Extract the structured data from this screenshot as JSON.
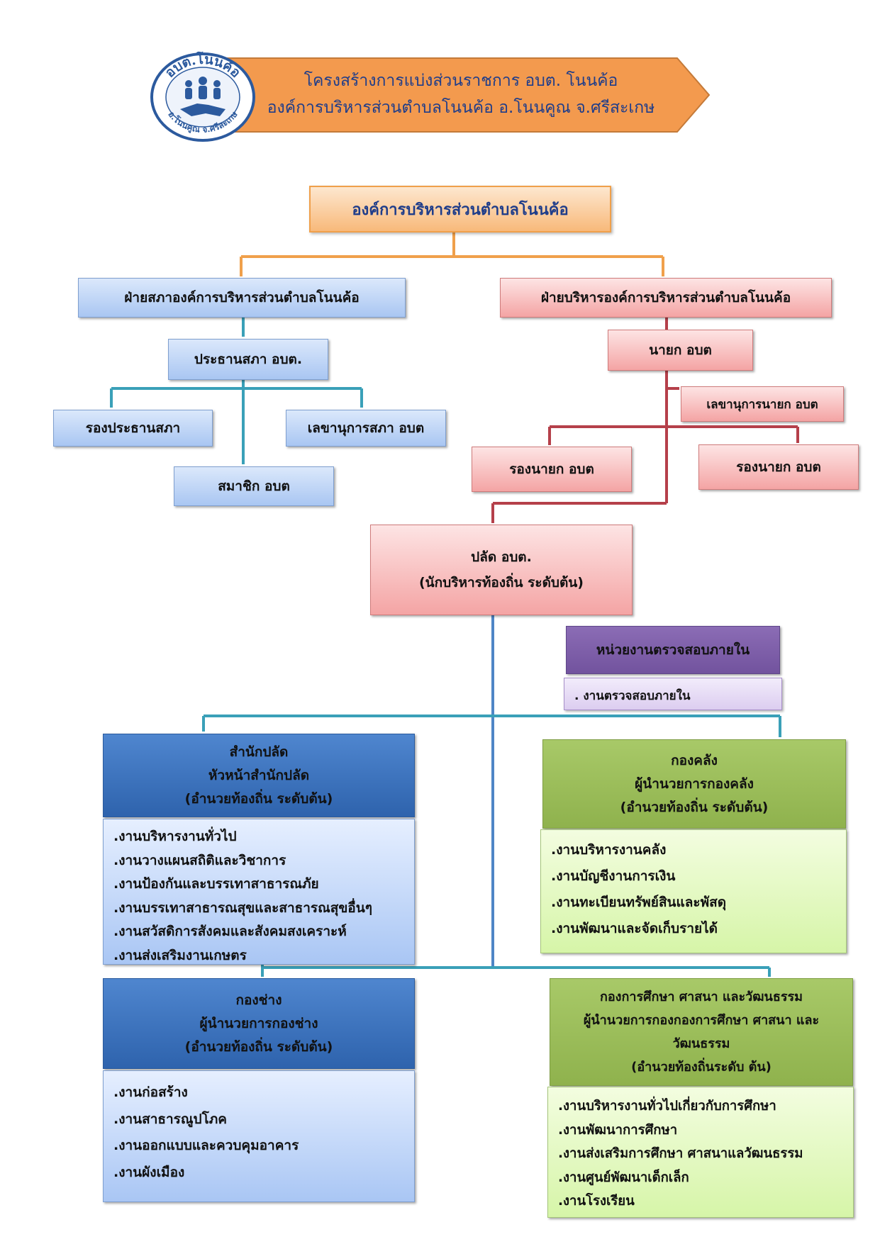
{
  "banner": {
    "line1": "โครงสร้างการแบ่งส่วนราชการ อบต. โนนค้อ",
    "line2": "องค์การบริหารส่วนตำบลโนนค้อ อ.โนนคูณ จ.ศรีสะเกษ",
    "fill": "#f39a4e",
    "text_color": "#1f3d8a"
  },
  "logo": {
    "top_text": "อบต.โนนค้อ",
    "bottom_text": "อ.โนนคูณ จ.ศรีสะเกษ"
  },
  "top": {
    "label": "องค์การบริหารส่วนตำบลโนนค้อ"
  },
  "council": {
    "label": "ฝ่ายสภาองค์การบริหารส่วนตำบลโนนค้อ",
    "chair": "ประธานสภา อบต.",
    "vice_chair": "รองประธานสภา",
    "secretary": "เลขานุการสภา อบต",
    "members": "สมาชิก อบต"
  },
  "executive": {
    "label": "ฝ่ายบริหารองค์การบริหารส่วนตำบลโนนค้อ",
    "mayor": "นายก อบต",
    "mayor_secretary": "เลขานุการนายก อบต",
    "deputy_1": "รองนายก อบต",
    "deputy_2": "รองนายก อบต"
  },
  "palad": {
    "line1": "ปลัด อบต.",
    "line2": "(นักบริหารท้องถิ่น ระดับต้น)"
  },
  "audit": {
    "label": "หน่วยงานตรวจสอบภายใน",
    "item": ". งานตรวจสอบภายใน"
  },
  "departments": {
    "office": {
      "lines": [
        "สำนักปลัด",
        "หัวหน้าสำนักปลัด",
        "(อำนวยท้องถิ่น  ระดับต้น)"
      ],
      "items": [
        ".งานบริหารงานทั่วไป",
        ".งานวางแผนสถิติและวิชาการ",
        ".งานป้องกันและบรรเทาสาธารณภัย",
        ".งานบรรเทาสาธารณสุขและสาธารณสุขอื่นๆ",
        ".งานสวัสดิการสังคมและสังคมสงเคราะห์",
        ".งานส่งเสริมงานเกษตร"
      ]
    },
    "finance": {
      "lines": [
        "กองคลัง",
        "ผู้นำนวยการกองคลัง",
        "(อำนวยท้องถิ่น ระดับต้น)"
      ],
      "items": [
        ".งานบริหารงานคลัง",
        ".งานบัญชีงานการเงิน",
        ".งานทะเบียนทรัพย์สินและพัสดุ",
        ".งานพัฒนาและจัดเก็บรายได้"
      ]
    },
    "engineering": {
      "lines": [
        "กองช่าง",
        "ผู้นำนวยการกองช่าง",
        "(อำนวยท้องถิ่น ระดับต้น)"
      ],
      "items": [
        ".งานก่อสร้าง",
        ".งานสาธารณูปโภค",
        ".งานออกแบบและควบคุมอาคาร",
        ".งานผังเมือง"
      ]
    },
    "education": {
      "lines": [
        "กองการศึกษา ศาสนา และวัฒนธรรม",
        "ผู้นำนวยการกองกองการศึกษา ศาสนา และ",
        "วัฒนธรรม",
        "(อำนวยท้องถิ่นระดับ ต้น)"
      ],
      "items": [
        ".งานบริหารงานทั่วไปเกี่ยวกับการศึกษา",
        ".งานพัฒนาการศึกษา",
        ".งานส่งเสริมการศึกษา ศาสนาแลวัฒนธรรม",
        ".งานศูนย์พัฒนาเด็กเล็ก",
        ".งานโรงเรียน"
      ]
    }
  },
  "colors": {
    "orange_connector": "#f0a04b",
    "teal_connector": "#3aa0b8",
    "red_connector": "#b5404a",
    "blue_connector": "#4f86c6",
    "audit_head": "#7f5fa8",
    "audit_item": "#e3d6f3"
  }
}
